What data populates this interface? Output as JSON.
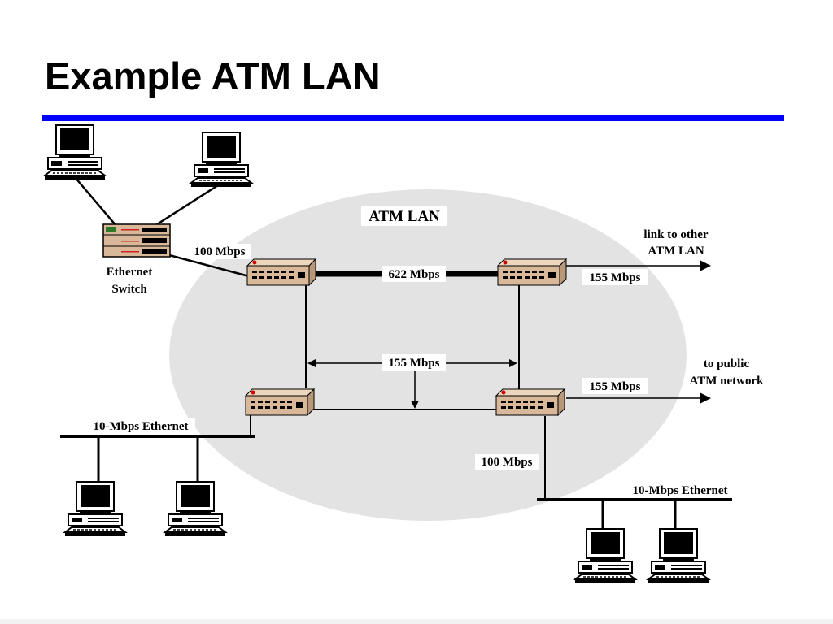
{
  "slide": {
    "title": "Example ATM LAN",
    "accent_color": "#0000ff"
  },
  "diagram": {
    "cloud_label": "ATM LAN",
    "cloud_color": "#e3e3e3",
    "device_color": "#d8b898",
    "ethernet_switch_label": [
      "Ethernet",
      "Switch"
    ],
    "links": {
      "switch_to_atm": "100 Mbps",
      "trunk_top": "622 Mbps",
      "middle_span": "155 Mbps",
      "to_other_lan": "155 Mbps",
      "to_public": "155 Mbps",
      "down_link": "100 Mbps"
    },
    "external": {
      "other_lan": [
        "link to other",
        "ATM LAN"
      ],
      "public": [
        "to public",
        "ATM network"
      ]
    },
    "segments": {
      "left_ethernet": "10-Mbps Ethernet",
      "right_ethernet": "10-Mbps Ethernet"
    },
    "icons": [
      "computer-icon",
      "ethernet-switch-icon",
      "atm-switch-icon",
      "arrow-icon"
    ]
  }
}
